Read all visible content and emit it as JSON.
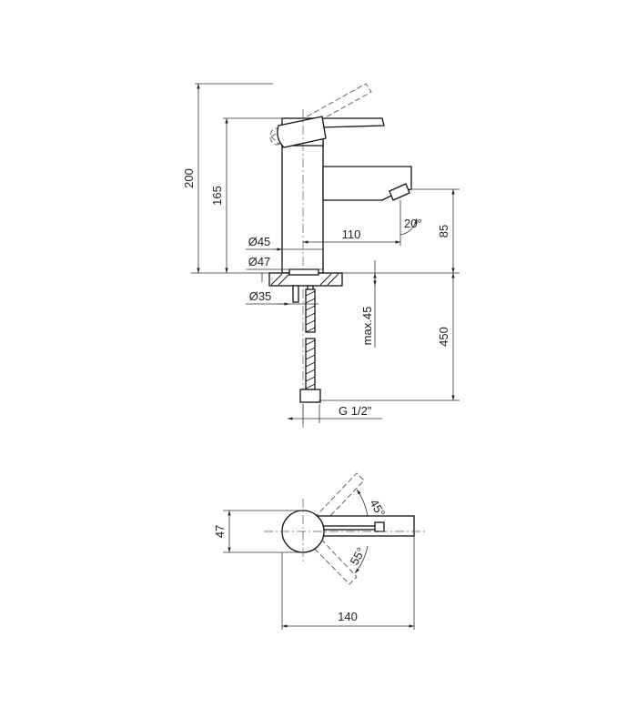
{
  "dimensions": {
    "total_height": "200",
    "body_height": "165",
    "spout_reach": "110",
    "spout_height": "85",
    "spout_angle": "20°",
    "body_diameter": "Ø45",
    "base_diameter": "Ø47",
    "mount_hole_diameter": "Ø35",
    "max_deck_thickness": "max.45",
    "hose_length": "450",
    "connection_thread": "G 1/2\"",
    "top_depth": "47",
    "top_length": "140",
    "lever_angle_up": "45°",
    "lever_angle_down": "55°"
  },
  "colors": {
    "line": "#111111",
    "dim_line": "#333333",
    "background": "#ffffff"
  }
}
